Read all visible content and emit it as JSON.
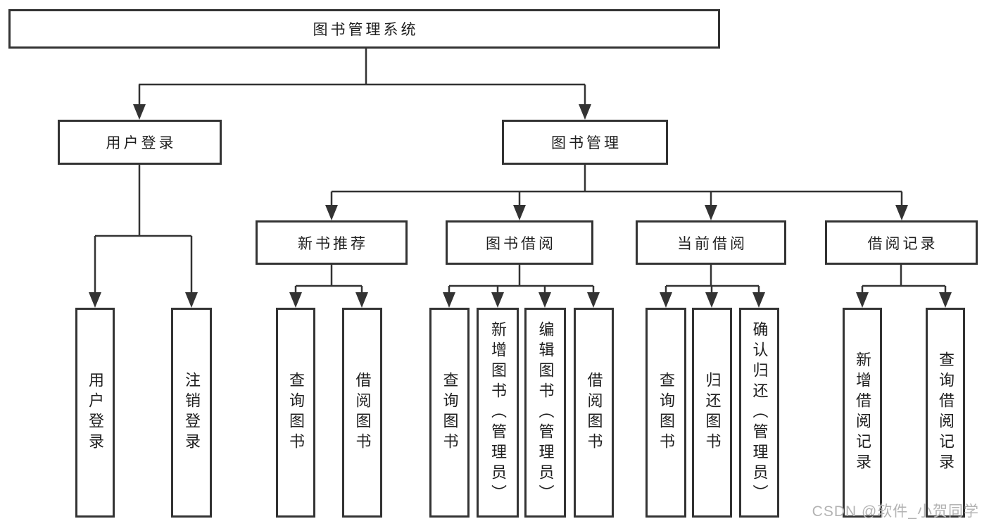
{
  "tree": {
    "root": "图书管理系统",
    "login": {
      "label": "用户登录",
      "children": [
        "用户登录",
        "注销登录"
      ]
    },
    "manage": {
      "label": "图书管理",
      "groups": [
        {
          "label": "新书推荐",
          "children": [
            "查询图书",
            "借阅图书"
          ]
        },
        {
          "label": "图书借阅",
          "children": [
            "查询图书",
            "新增图书（管理员）",
            "编辑图书（管理员）",
            "借阅图书"
          ]
        },
        {
          "label": "当前借阅",
          "children": [
            "查询图书",
            "归还图书",
            "确认归还（管理员）"
          ]
        },
        {
          "label": "借阅记录",
          "children": [
            "新增借阅记录",
            "查询借阅记录"
          ]
        }
      ]
    }
  },
  "watermark": "CSDN @软件_小贺同学",
  "colors": {
    "line": "#333333",
    "text": "#1f1f1f",
    "watermark": "#b3b3b3",
    "background": "#ffffff"
  }
}
